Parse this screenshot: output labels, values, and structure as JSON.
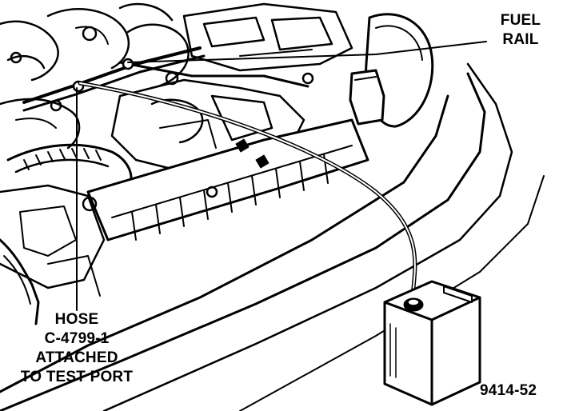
{
  "labels": {
    "fuel_rail": [
      "FUEL",
      "RAIL"
    ],
    "hose": [
      "HOSE",
      "C-4799-1",
      "ATTACHED",
      "TO TEST PORT"
    ],
    "figure_id": "9414-52"
  }
}
